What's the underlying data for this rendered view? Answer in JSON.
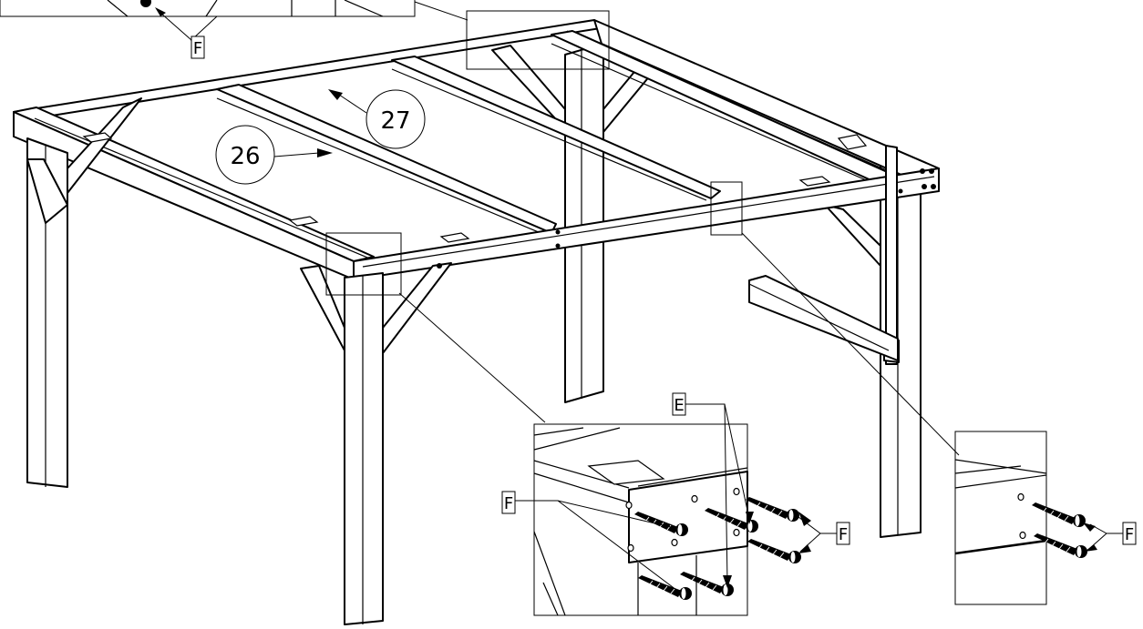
{
  "callouts": {
    "part_26": "26",
    "part_27": "27"
  },
  "fastener_labels": {
    "top_left_f": "F",
    "detail_a_e": "E",
    "detail_a_f_left": "F",
    "detail_a_f_right": "F",
    "detail_b_f": "F"
  },
  "icons": {
    "screw": "screw-icon",
    "arrow": "arrow-icon"
  },
  "colors": {
    "line": "#000000",
    "background": "#ffffff"
  }
}
